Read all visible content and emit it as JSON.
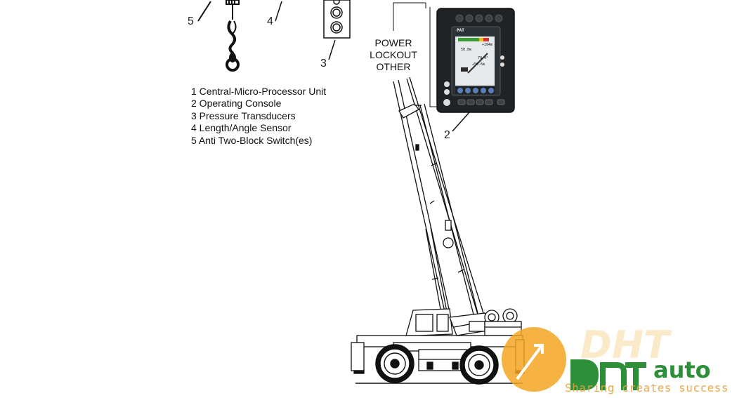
{
  "callouts": [
    "5",
    "4",
    "3",
    "2"
  ],
  "legend": {
    "items": [
      "1 Central-Micro-Processor Unit",
      "2 Operating Console",
      "3 Pressure Transducers",
      "4 Length/Angle Sensor",
      "5 Anti Two-Block Switch(es)"
    ]
  },
  "console_label": [
    "POWER",
    "LOCKOUT",
    "OTHER"
  ],
  "console": {
    "brand": "PAT",
    "screen_readouts": [
      "+194m",
      "50.0m",
      "79.4°",
      "+50.6m"
    ]
  },
  "watermark": {
    "logo": "DHT",
    "suffix": "auto",
    "tagline": "Sharing creates success"
  },
  "colors": {
    "line": "#111111",
    "console_body": "#1f2326",
    "watermark_orange": "#f5a623",
    "watermark_green": "#2e8f3a"
  }
}
